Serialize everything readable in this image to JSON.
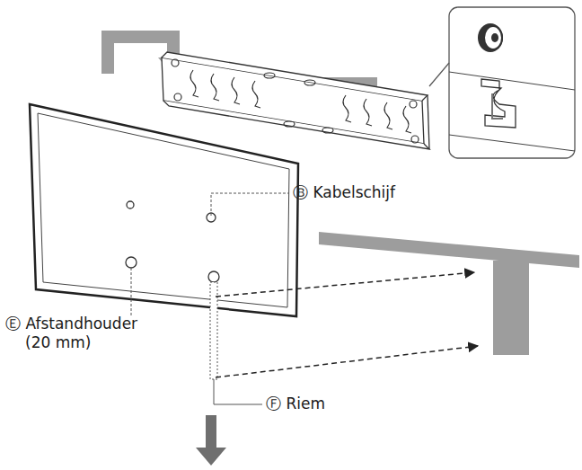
{
  "diagram": {
    "labels": [
      "Ⓑ Kabelschijf",
      "Ⓔ Afstandhouder (20 mm)",
      "Ⓕ Riem"
    ]
  }
}
